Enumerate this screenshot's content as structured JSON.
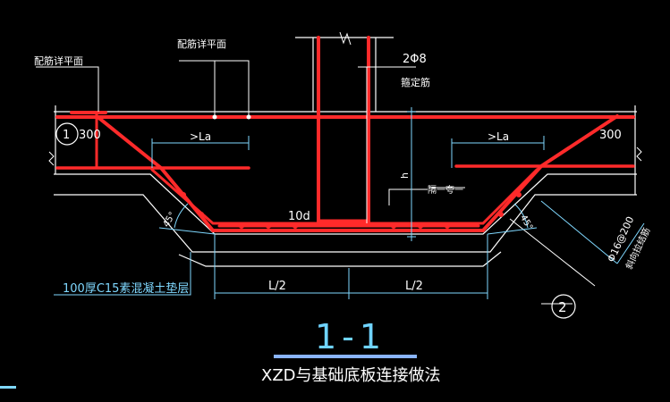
{
  "drawing": {
    "labels": {
      "slab_plan_left": "配筋详平面",
      "slab_plan_mid": "配筋详平面",
      "bars_2phi8": "2Φ8",
      "positioning_bar": "箍定筋",
      "anchor_left": ">La",
      "anchor_right": ">La",
      "dim_300_left": "300",
      "dim_300_right": "300",
      "height_h": "h",
      "every_other": "隔一夸一",
      "ten_d": "10d",
      "angle_left": "45°",
      "angle_right": "45°",
      "stirrup_spec_1": "Φ16@200",
      "stirrup_spec_2": "斜向拉结筋",
      "cushion": "100厚C15素混凝土垫层",
      "half_left": "L/2",
      "half_right": "L/2",
      "callout_1": "1",
      "callout_2": "2"
    },
    "section_label": "1-1",
    "title": "XZD与基础底板连接做法"
  },
  "colors": {
    "background": "#000000",
    "rebar": "#ff2a2a",
    "outline": "#ffffff",
    "dimension": "#7fd8ff",
    "title_bar": "#8ab4ff"
  }
}
